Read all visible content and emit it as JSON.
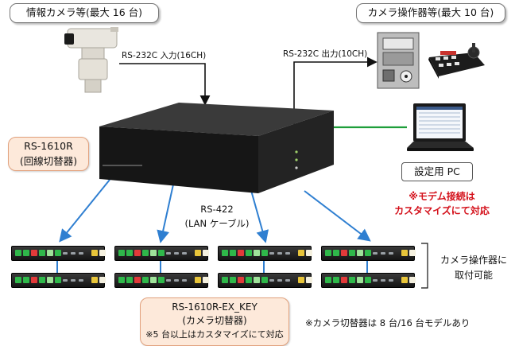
{
  "labels": {
    "camera_title": "情報カメラ等(最大 16 台)",
    "operator_title": "カメラ操作器等(最大 10 台)",
    "rs232_in": "RS-232C 入力(16CH)",
    "rs232_out": "RS-232C 出力(10CH)",
    "setup_pc": "設定用 PC",
    "modem_note_1": "※モデム接続は",
    "modem_note_2": "カスタマイズにて対応",
    "rs1610r_1": "RS-1610R",
    "rs1610r_2": "(回線切替器)",
    "rs422_1": "RS-422",
    "rs422_2": "(LAN ケーブル)",
    "ex_key_1": "RS-1610R-EX_KEY",
    "ex_key_2": "(カメラ切替器)",
    "ex_key_3": "※5 台以上はカスタマイズにて対応",
    "side_note_1": "カメラ操作器に",
    "side_note_2": "取付可能",
    "switch_note": "※カメラ切替器は 8 台/16 台モデルあり"
  },
  "colors": {
    "blue_line": "#2f7fd1",
    "green_line": "#1e9e3a",
    "note_red": "#d4101a",
    "peach_fill": "#fde9da",
    "peach_border": "#e2a27e"
  }
}
